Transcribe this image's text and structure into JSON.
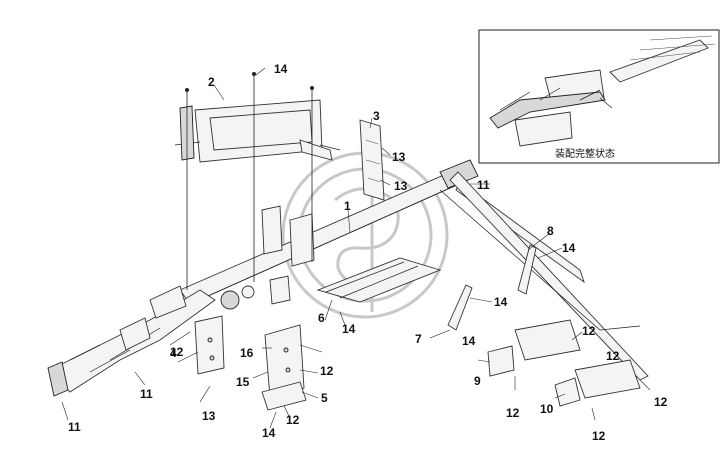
{
  "inset": {
    "caption": "装配完整状态"
  },
  "callouts": [
    "1",
    "2",
    "3",
    "4",
    "5",
    "6",
    "7",
    "8",
    "9",
    "10",
    "11",
    "11",
    "11",
    "12",
    "12",
    "12",
    "12",
    "12",
    "12",
    "12",
    "12",
    "13",
    "13",
    "13",
    "14",
    "14",
    "14",
    "14",
    "14",
    "14",
    "15",
    "16"
  ]
}
